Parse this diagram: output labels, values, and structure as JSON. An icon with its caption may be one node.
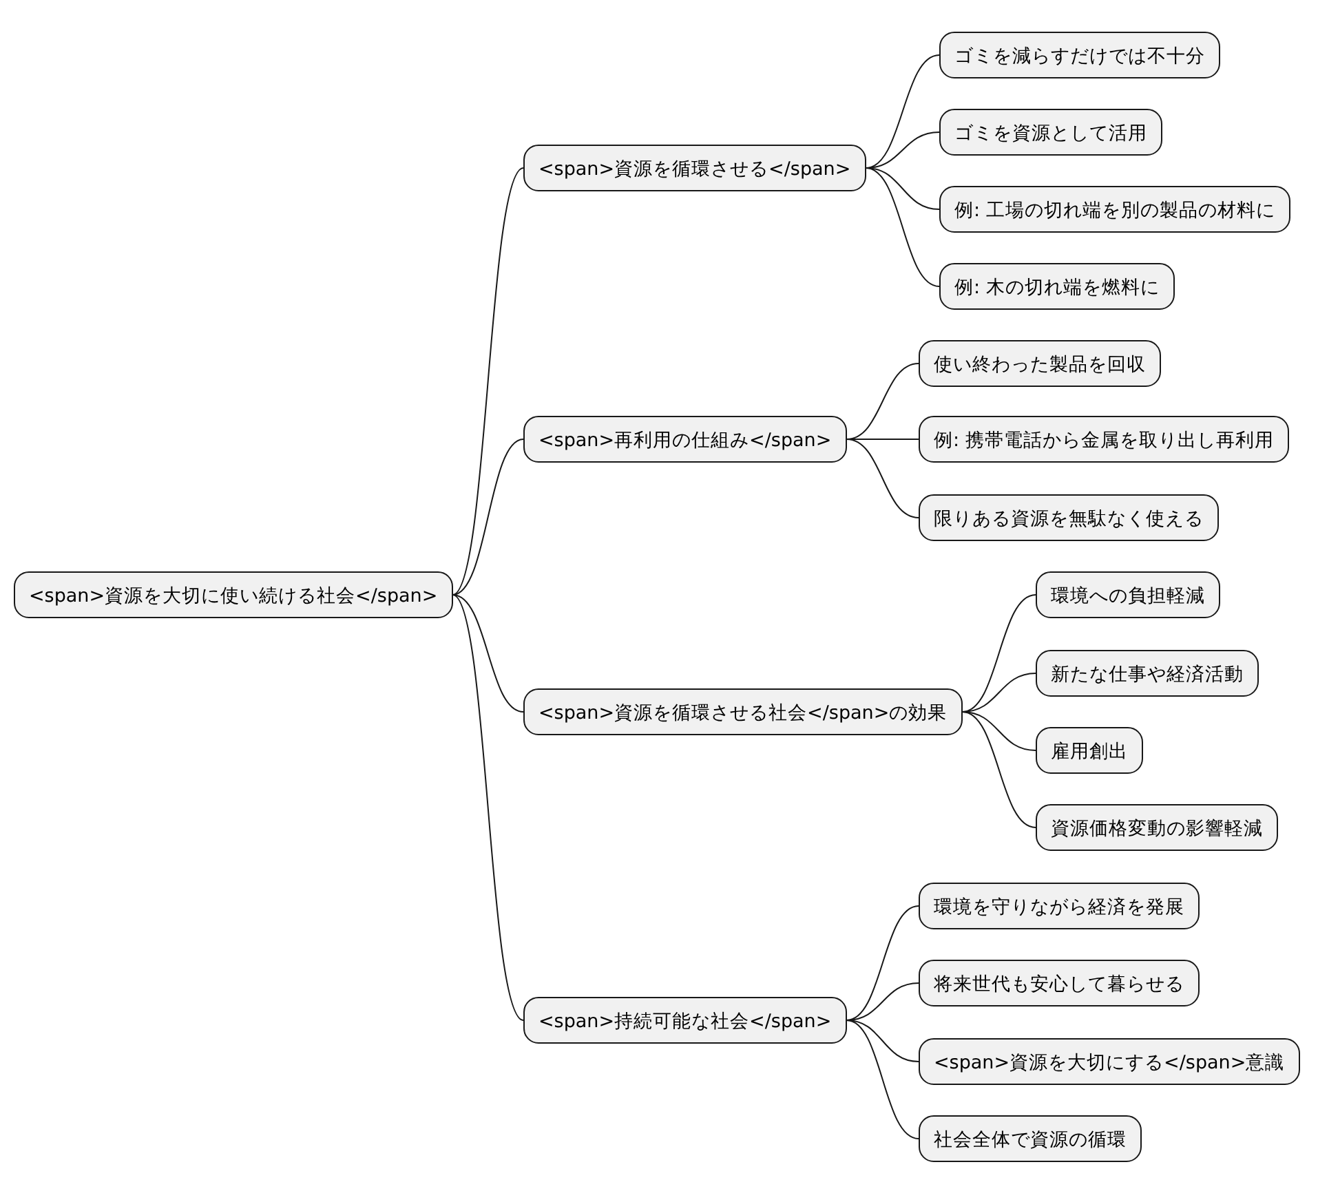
{
  "diagram": {
    "nodes": [
      {
        "text": [
          "<span>資源を大切に使い続ける社会</span>"
        ]
      },
      {
        "text": [
          "<span>資源を循環させる</span>"
        ]
      },
      {
        "text": [
          "ゴミを減らすだけでは不十分"
        ]
      },
      {
        "text": [
          "ゴミを資源として活用"
        ]
      },
      {
        "text": [
          "例: 工場の切れ端を別の製品の材料に"
        ]
      },
      {
        "text": [
          "例: 木の切れ端を燃料に"
        ]
      },
      {
        "text": [
          "<span>再利用の仕組み</span>"
        ]
      },
      {
        "text": [
          "使い終わった製品を回収"
        ]
      },
      {
        "text": [
          "例: 携帯電話から金属を取り出し再利用"
        ]
      },
      {
        "text": [
          "限りある資源を無駄なく使える"
        ]
      },
      {
        "text": [
          "<span>資源を循環させる社会</span>の効果"
        ]
      },
      {
        "text": [
          "環境への負担軽減"
        ]
      },
      {
        "text": [
          "新たな仕事や経済活動"
        ]
      },
      {
        "text": [
          "雇用創出"
        ]
      },
      {
        "text": [
          "資源価格変動の影響軽減"
        ]
      },
      {
        "text": [
          "<span>持続可能な社会</span>"
        ]
      },
      {
        "text": [
          "環境を守りながら経済を発展"
        ]
      },
      {
        "text": [
          "将来世代も安心して暮らせる"
        ]
      },
      {
        "text": [
          "<span>資源を大切にする</span>意識"
        ]
      },
      {
        "text": [
          "社会全体で資源の循環"
        ]
      }
    ],
    "edges": [
      {
        "from": 0,
        "to": 1,
        "arrow": "none"
      },
      {
        "from": 0,
        "to": 6,
        "arrow": "none"
      },
      {
        "from": 0,
        "to": 10,
        "arrow": "none"
      },
      {
        "from": 0,
        "to": 15,
        "arrow": "none"
      },
      {
        "from": 1,
        "to": 2,
        "arrow": "none"
      },
      {
        "from": 1,
        "to": 3,
        "arrow": "none"
      },
      {
        "from": 1,
        "to": 4,
        "arrow": "none"
      },
      {
        "from": 1,
        "to": 5,
        "arrow": "none"
      },
      {
        "from": 6,
        "to": 7,
        "arrow": "none"
      },
      {
        "from": 6,
        "to": 8,
        "arrow": "none"
      },
      {
        "from": 6,
        "to": 9,
        "arrow": "none"
      },
      {
        "from": 10,
        "to": 11,
        "arrow": "none"
      },
      {
        "from": 10,
        "to": 12,
        "arrow": "none"
      },
      {
        "from": 10,
        "to": 13,
        "arrow": "none"
      },
      {
        "from": 10,
        "to": 14,
        "arrow": "none"
      },
      {
        "from": 15,
        "to": 16,
        "arrow": "none"
      },
      {
        "from": 15,
        "to": 17,
        "arrow": "none"
      },
      {
        "from": 15,
        "to": 18,
        "arrow": "none"
      },
      {
        "from": 15,
        "to": 19,
        "arrow": "none"
      }
    ]
  }
}
